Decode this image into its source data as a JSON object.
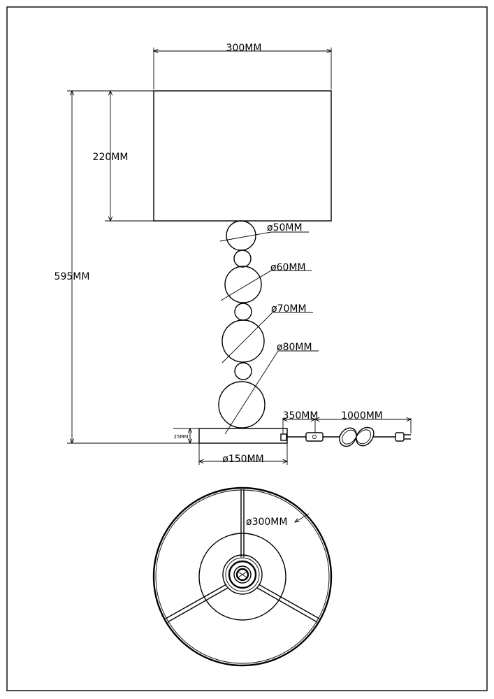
{
  "drawing": {
    "labels": {
      "shade_width": "300MM",
      "shade_height": "220MM",
      "total_height": "595MM",
      "ball_1": "ø50MM",
      "ball_2": "ø60MM",
      "ball_3": "ø70MM",
      "ball_4": "ø80MM",
      "base_height": "25MM",
      "base_diameter": "ø150MM",
      "cord_to_switch": "350MM",
      "cord_to_plug": "1000MM",
      "shade_diameter_bottom": "ø300MM"
    }
  }
}
